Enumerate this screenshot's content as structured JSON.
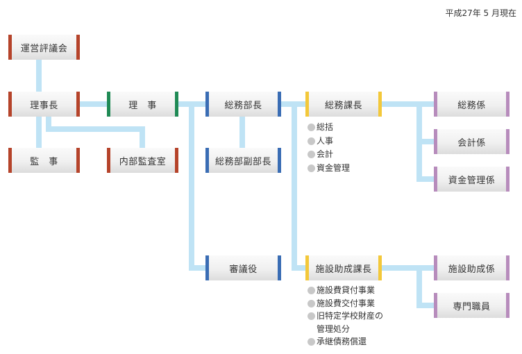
{
  "date": "平成27年 5 月現在",
  "boxes": {
    "council": "運営評議会",
    "president": "理事長",
    "auditor": "監　事",
    "director": "理　事",
    "internal_audit": "内部監査室",
    "gm_head": "総務部長",
    "gm_deputy": "総務部副部長",
    "councilor": "審議役",
    "gm_section": "総務課長",
    "facility_section": "施設助成課長",
    "gm_unit": "総務係",
    "accounting_unit": "会計係",
    "fund_unit": "資金管理係",
    "facility_unit": "施設助成係",
    "specialist": "専門職員"
  },
  "gm_section_duties": [
    "総括",
    "人事",
    "会計",
    "資金管理"
  ],
  "facility_section_duties": [
    "施設費貸付事業",
    "施設費交付事業",
    "旧特定学校財産の\n管理処分",
    "承継債務償還"
  ],
  "colors": {
    "connector": "#bfe3f5",
    "executive": "#b5432a",
    "director": "#1f8a55",
    "department": "#3a6db4",
    "section": "#f3c83a",
    "unit": "#b78cbc"
  }
}
